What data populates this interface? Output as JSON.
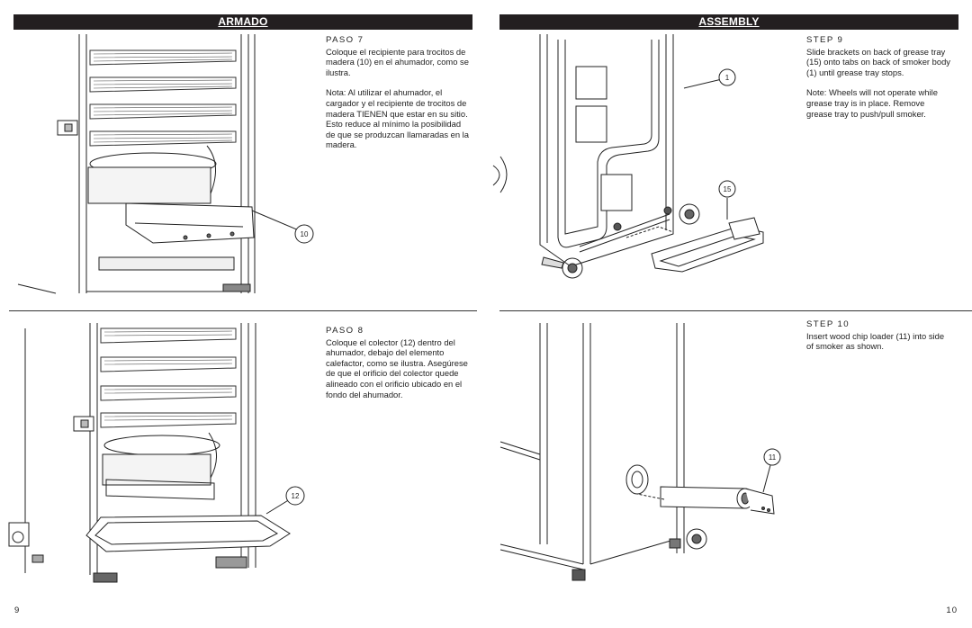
{
  "headers": {
    "left": "ARMADO",
    "right": "ASSEMBLY"
  },
  "steps": [
    {
      "id": "paso7",
      "title": "PASO 7",
      "paragraphs": [
        "Coloque el recipiente para trocitos de madera (10) en el ahumador, como se ilustra.",
        "Nota: Al utilizar el ahumador, el cargador y el recipiente de trocitos de madera TIENEN que estar en su sitio. Esto reduce al mínimo la posibilidad de que se produzcan llamaradas en la madera."
      ]
    },
    {
      "id": "paso8",
      "title": "PASO 8",
      "paragraphs": [
        "Coloque el colector (12) dentro del ahumador, debajo del elemento calefactor, como se ilustra. Asegúrese de que el orificio del colector quede alineado con el orificio ubicado en el fondo del ahumador."
      ]
    },
    {
      "id": "step9",
      "title": "STEP 9",
      "paragraphs": [
        "Slide brackets on back of grease tray (15) onto tabs on back of smoker body (1) until grease tray stops.",
        "Note: Wheels will not operate while grease tray is in place. Remove grease tray to push/pull smoker."
      ]
    },
    {
      "id": "step10",
      "title": "STEP 10",
      "paragraphs": [
        "Insert wood chip loader (11) into side of smoker as shown."
      ]
    }
  ],
  "callouts": {
    "c10": "10",
    "c12": "12",
    "c1": "1",
    "c15": "15",
    "c11": "11"
  },
  "page_numbers": {
    "left": "9",
    "right": "10"
  },
  "illustrations": {
    "fig7": "smoker-interior-with-wood-chip-tray",
    "fig8": "smoker-interior-with-drip-pan",
    "fig9": "smoker-back-with-grease-tray",
    "fig10": "smoker-side-with-wood-chip-loader"
  }
}
